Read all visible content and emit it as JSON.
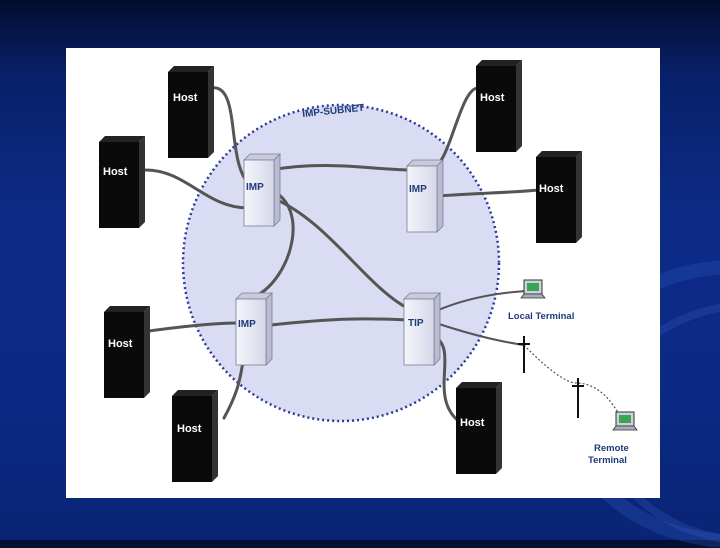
{
  "diagram": {
    "subnet_label": "IMP-SUBNET",
    "host_label": "Host",
    "imp_label": "IMP",
    "tip_label": "TIP",
    "local_terminal": "Local Terminal",
    "remote_terminal_line1": "Remote",
    "remote_terminal_line2": "Terminal"
  },
  "colors": {
    "subnet_fill": "#d9dcf2",
    "subnet_border": "#2a3a9a",
    "cable": "#555555",
    "host": "#0a0a0a",
    "imp_body": "#e9eaf4",
    "imp_label": "#1e3a78",
    "terminal_label": "#1e3a78"
  }
}
